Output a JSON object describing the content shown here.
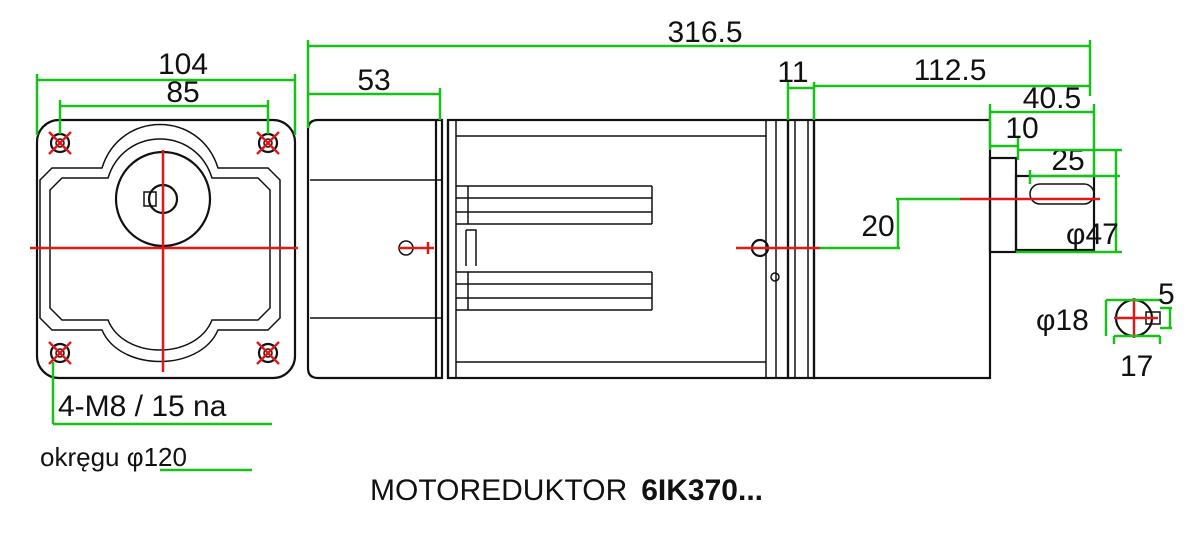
{
  "dimensions": {
    "total_length": "316.5",
    "flange_width": "104",
    "hole_spacing": "85",
    "gearbox_length": "53",
    "flange_thickness": "11",
    "motor_length": "112.5",
    "shaft_total": "40.5",
    "boss_length": "10",
    "key_length": "25",
    "shaft_height": "20",
    "boss_diameter": "φ47",
    "shaft_diameter": "φ18",
    "key_width": "5",
    "key_height": "17"
  },
  "notes": {
    "mount_line1": "4-M8 / 15 na",
    "mount_line2": "okręgu φ120"
  },
  "title": {
    "prefix": "MOTOREDUKTOR",
    "model": "6IK370..."
  },
  "colors": {
    "dimension_lines": "#19c019",
    "centerlines": "#e01818",
    "outline": "#111111"
  }
}
